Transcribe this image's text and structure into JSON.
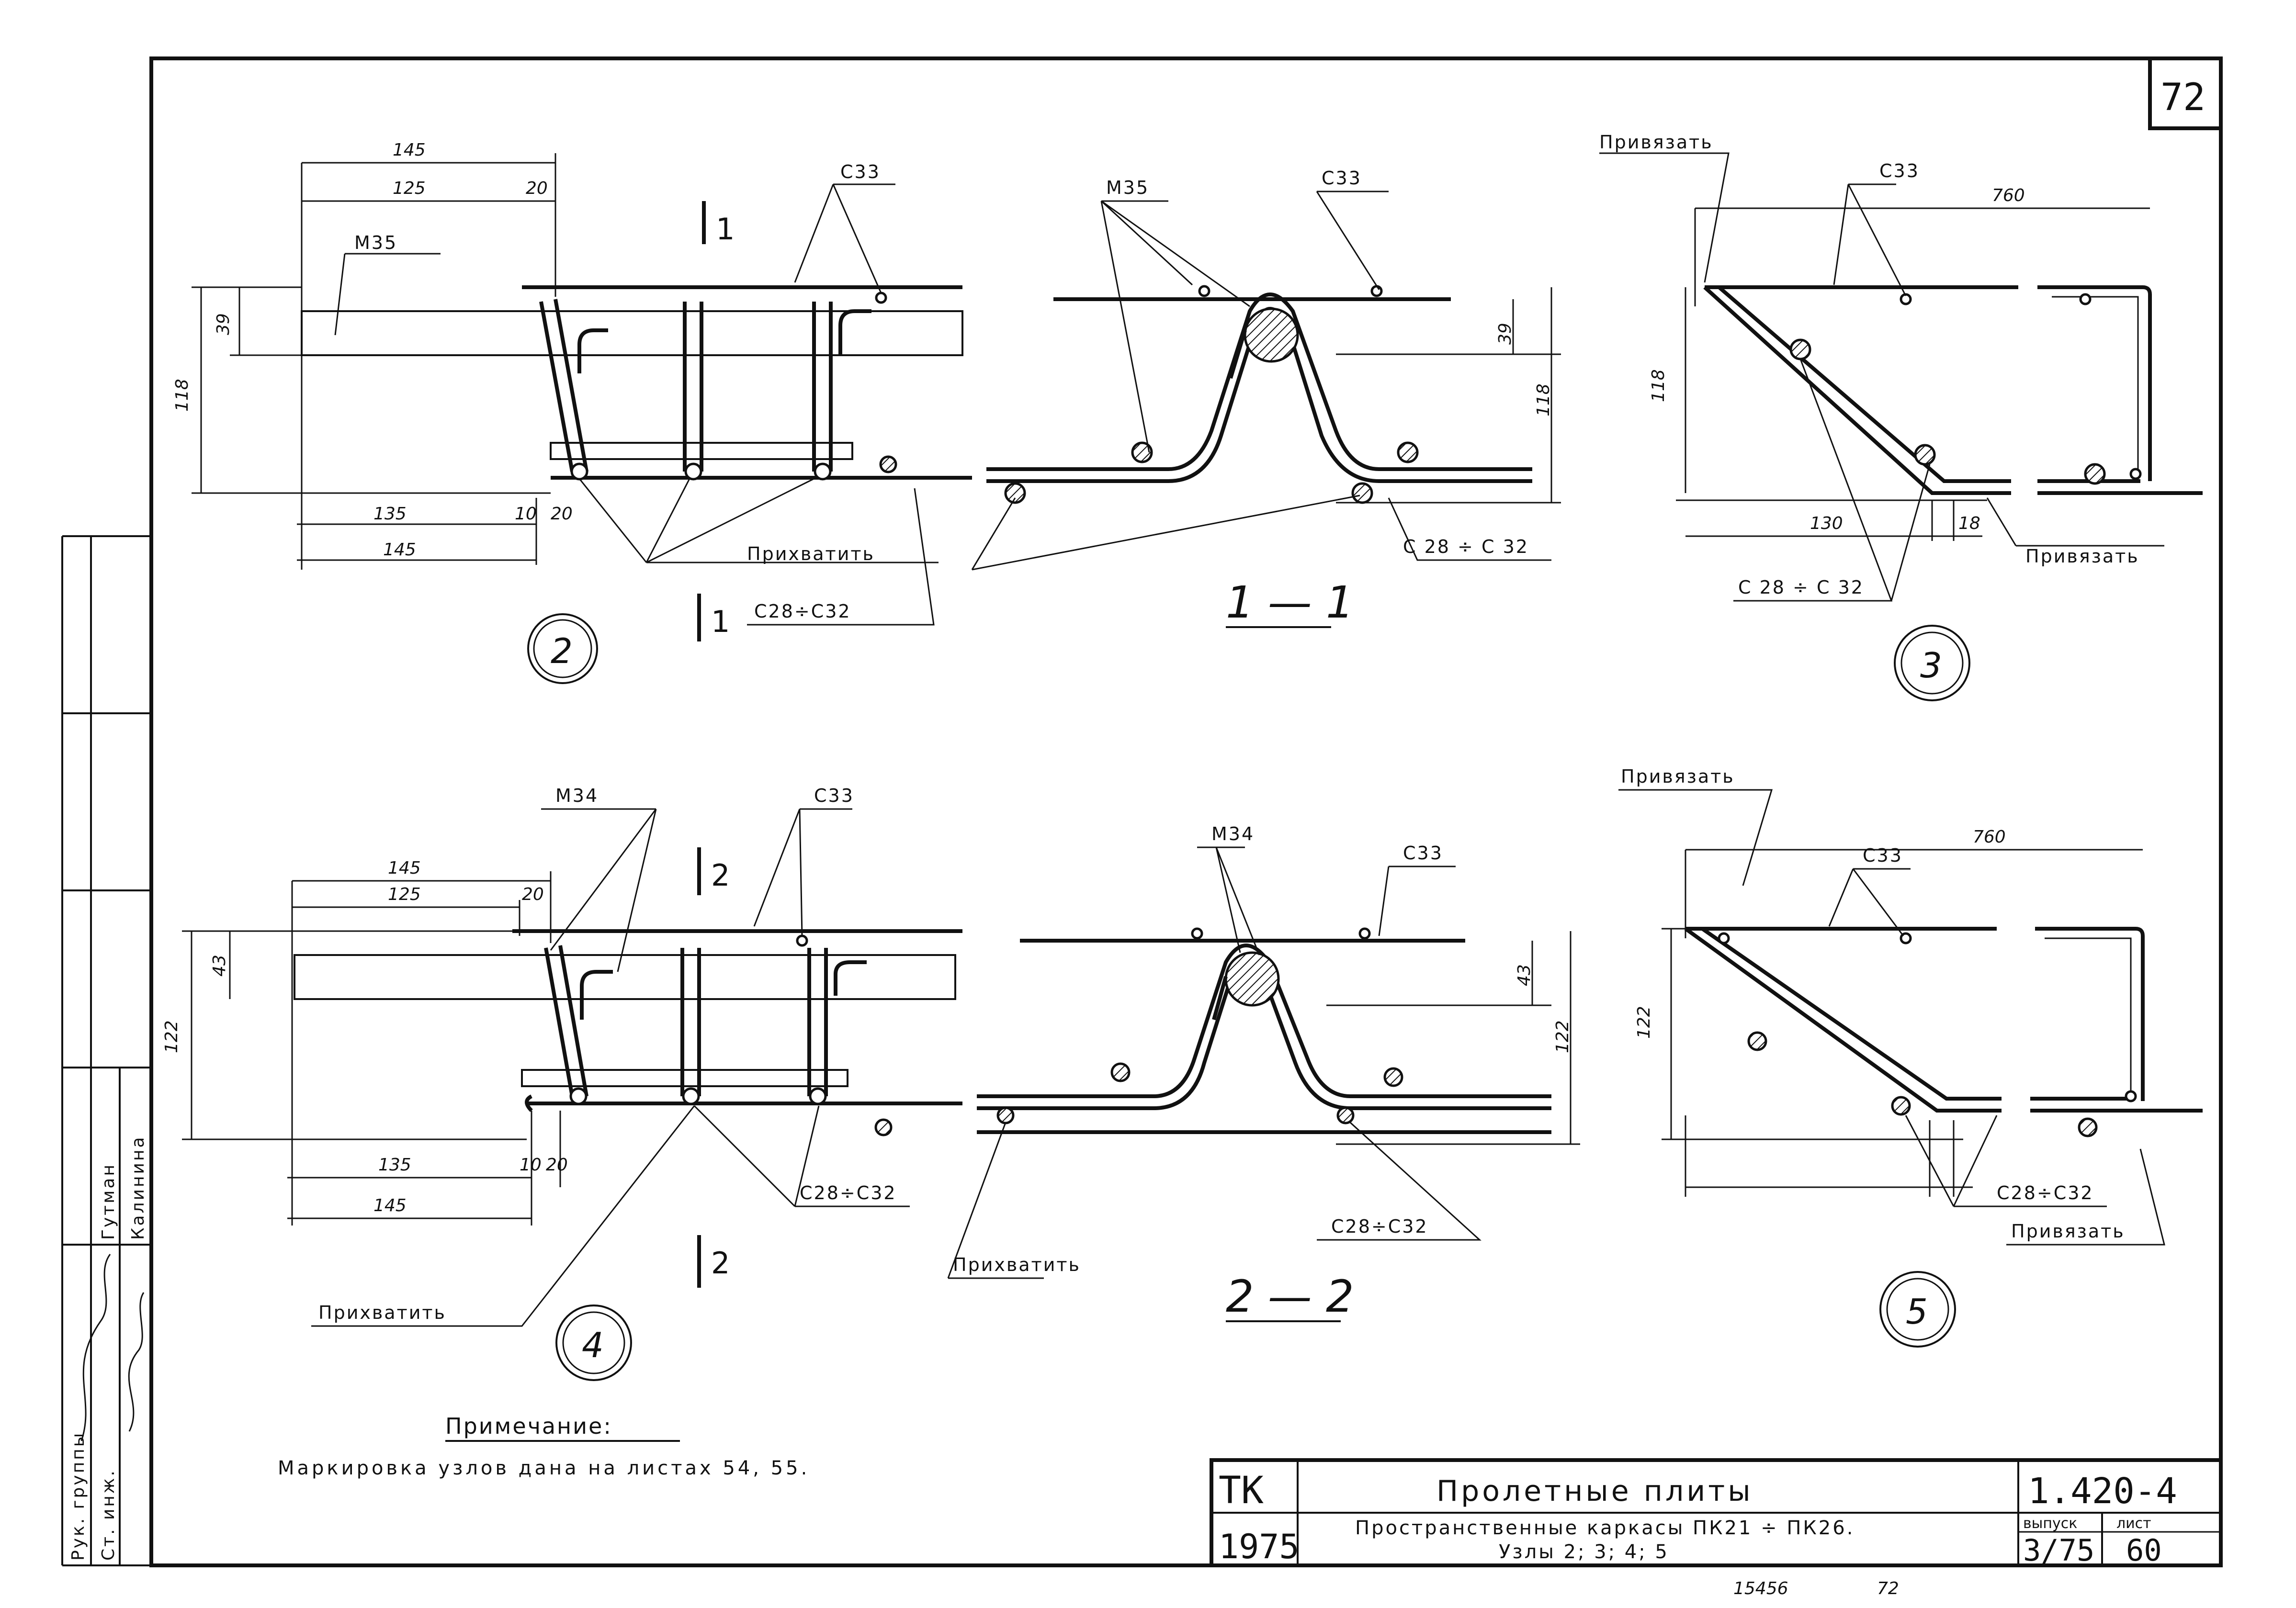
{
  "sheet_number": "72",
  "labels": {
    "c33": "С33",
    "m35": "М35",
    "m34": "М34",
    "c28_c32": "С28÷С32",
    "c28_c32_spaced": "С 28 ÷ С 32",
    "privatit": "Прихватить",
    "privyazat": "Привязать"
  },
  "dims": {
    "d145": "145",
    "d125": "125",
    "d20": "20",
    "d39": "39",
    "d43": "43",
    "d118": "118",
    "d122": "122",
    "d135": "135",
    "d10": "10",
    "d760": "760",
    "d130": "130",
    "d18": "18"
  },
  "sections": {
    "cut1": "1",
    "cut2": "2",
    "sec11": "1 — 1",
    "sec22": "2 — 2"
  },
  "nodes": {
    "n2": "2",
    "n3": "3",
    "n4": "4",
    "n5": "5"
  },
  "note": {
    "title": "Примечание:",
    "text": "Маркировка узлов дана на листах 54, 55."
  },
  "side_stamp": {
    "rows": [
      "Рук. группы",
      "Ст. инж."
    ],
    "names": [
      "Гутман",
      "Калинина"
    ]
  },
  "title_block": {
    "org": "ТК",
    "year": "1975",
    "title": "Пролетные плиты",
    "subtitle1": "Пространственные каркасы ПК21 ÷ ПК26.",
    "subtitle2": "Узлы 2; 3; 4; 5",
    "code": "1.420-4",
    "issue_label": "выпуск",
    "sheet_label": "лист",
    "issue": "3/75",
    "sheet": "60"
  },
  "footer": {
    "inv": "15456",
    "page": "72"
  }
}
